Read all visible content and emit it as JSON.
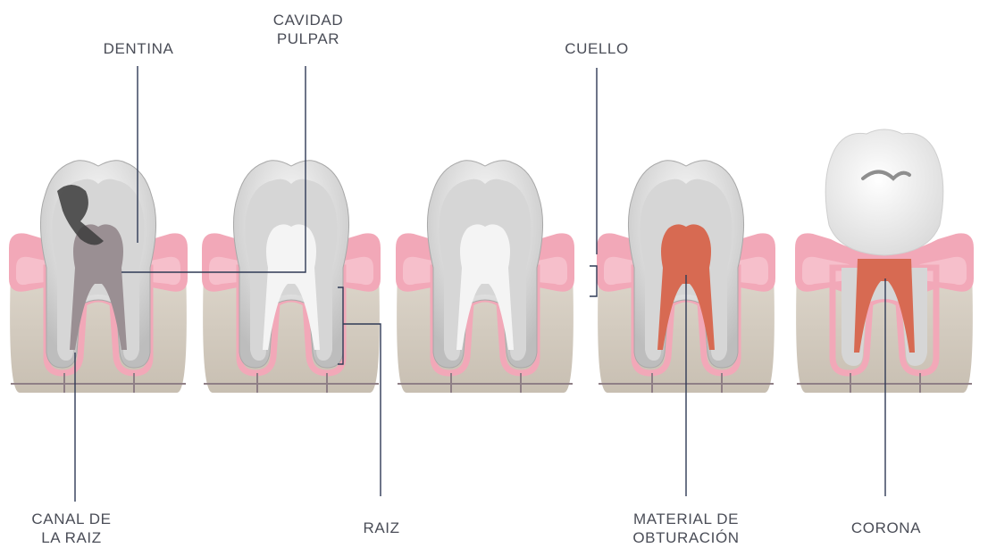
{
  "labels": {
    "dentina": "DENTINA",
    "cavidad_pulpar": [
      "CAVIDAD",
      "PULPAR"
    ],
    "cuello": "CUELLO",
    "canal_de_la_raiz": [
      "CANAL DE",
      "LA RAIZ"
    ],
    "raiz": "RAIZ",
    "material_de_obturacion": [
      "MATERIAL DE",
      "OBTURACIÓN"
    ],
    "corona": "CORONA"
  },
  "stages": [
    {
      "id": "decayed",
      "pulp": "decay"
    },
    {
      "id": "cleaned",
      "pulp": "empty"
    },
    {
      "id": "shaped",
      "pulp": "empty"
    },
    {
      "id": "filled",
      "pulp": "filled"
    },
    {
      "id": "crowned",
      "pulp": "filled-crown"
    }
  ],
  "colors": {
    "line": "#2f3a55",
    "text": "#4a4d57",
    "gum": "#f2a8b8",
    "gum_light": "#f8c9d3",
    "bone": "#ddd6cb",
    "bone_dark": "#c8bfb2",
    "enamel": "#eeeeee",
    "dentin": "#d6d6d6",
    "pulp_empty": "#f4f4f4",
    "filling": "#d76a52",
    "decay": "#3c3c3c",
    "crown": "#f9f9f9"
  }
}
